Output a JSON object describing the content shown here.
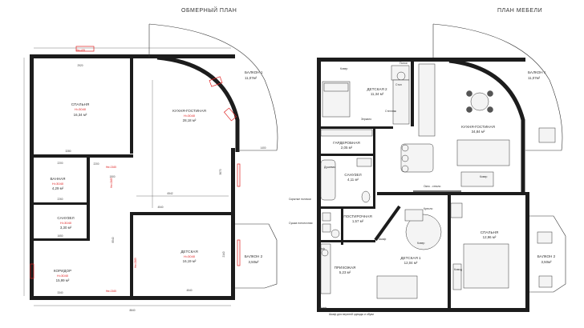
{
  "titles": {
    "left": "ОБМЕРНЫЙ ПЛАН",
    "right": "ПЛАН МЕБЕЛИ"
  },
  "left_plan": {
    "rooms": [
      {
        "name": "СПАЛЬНЯ",
        "height": "H=3040",
        "area": "16,34 м²"
      },
      {
        "name": "КУХНЯ-ГОСТИНАЯ",
        "height": "H=3040",
        "area": "28,18 м²"
      },
      {
        "name": "ВАННАЯ",
        "height": "H=3040",
        "area": "4,29 м²"
      },
      {
        "name": "САНУЗЕЛ",
        "height": "H=3040",
        "area": "3,30 м²"
      },
      {
        "name": "КОРИДОР",
        "height": "H=3040",
        "area": "15,99 м²"
      },
      {
        "name": "ДЕТСКАЯ",
        "height": "H=3040",
        "area": "16,19 м²"
      },
      {
        "name": "БАЛКОН 1",
        "height": "",
        "area": "11,07м²"
      },
      {
        "name": "БАЛКОН 2",
        "height": "",
        "area": "3,50м²"
      }
    ],
    "dims": [
      "2920",
      "3280",
      "2260",
      "1900",
      "4540",
      "8540",
      "6542",
      "8840",
      "1400",
      "3670",
      "4540",
      "2140",
      "2200",
      "1650",
      "3340",
      "2200"
    ],
    "markers": [
      "Hв=435",
      "Hв=2165",
      "Hв=2165",
      "Hв=2165",
      "Hв=2165"
    ]
  },
  "right_plan": {
    "rooms": [
      {
        "name": "ДЕТСКАЯ 2",
        "area": "11,34 м²"
      },
      {
        "name": "КУХНЯ-ГОСТИНАЯ",
        "area": "34,84 м²"
      },
      {
        "name": "ГАРДЕРОБНАЯ",
        "area": "2,05 м²"
      },
      {
        "name": "САНУЗЕЛ",
        "area": "4,11 м²"
      },
      {
        "name": "ПОСТИРОЧНАЯ",
        "area": "1,57 м²"
      },
      {
        "name": "ПРИХОЖАЯ",
        "area": "5,23 м²"
      },
      {
        "name": "ДЕТСКАЯ 1",
        "area": "12,04 м²"
      },
      {
        "name": "СПАЛЬНЯ",
        "area": "12,96 м²"
      },
      {
        "name": "БАЛКОН 1",
        "area": "11,07м²"
      },
      {
        "name": "БАЛКОН 2",
        "area": "3,50м²"
      }
    ],
    "labels": {
      "kover1": "Ковер",
      "polka": "Полки",
      "stol": "Стол",
      "zerkalo": "Зеркало",
      "stellazh": "Стеллаж",
      "kreslo": "Кресло",
      "shkaf": "Шкаф",
      "skrytye": "Скрытые полочки",
      "sushka": "Сушка потолочная",
      "okno": "Окно - стекло",
      "kover2": "Ковер",
      "kover3": "Ковер",
      "pouf": "Пуф",
      "dushevaya": "Душевая",
      "komod": "Комод",
      "shkaf_vverh": "Шкаф для верхней одежды и обуви",
      "shkaf_bot": "Шкаф"
    }
  }
}
